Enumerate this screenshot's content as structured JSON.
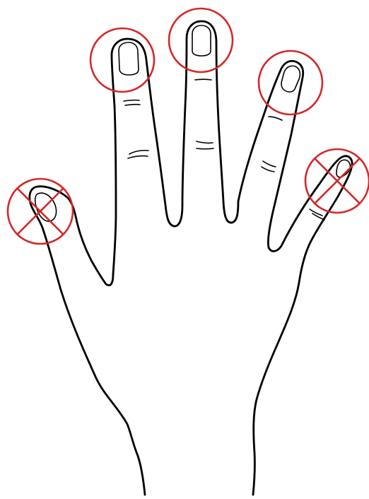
{
  "figure": {
    "subject": "hand",
    "fingertips": [
      {
        "finger": "thumb",
        "marker": "excluded"
      },
      {
        "finger": "index",
        "marker": "included"
      },
      {
        "finger": "middle",
        "marker": "included"
      },
      {
        "finger": "ring",
        "marker": "included"
      },
      {
        "finger": "pinky",
        "marker": "excluded"
      }
    ]
  },
  "colors": {
    "line": "#000000",
    "marker": "#d62728",
    "background": "#ffffff"
  }
}
